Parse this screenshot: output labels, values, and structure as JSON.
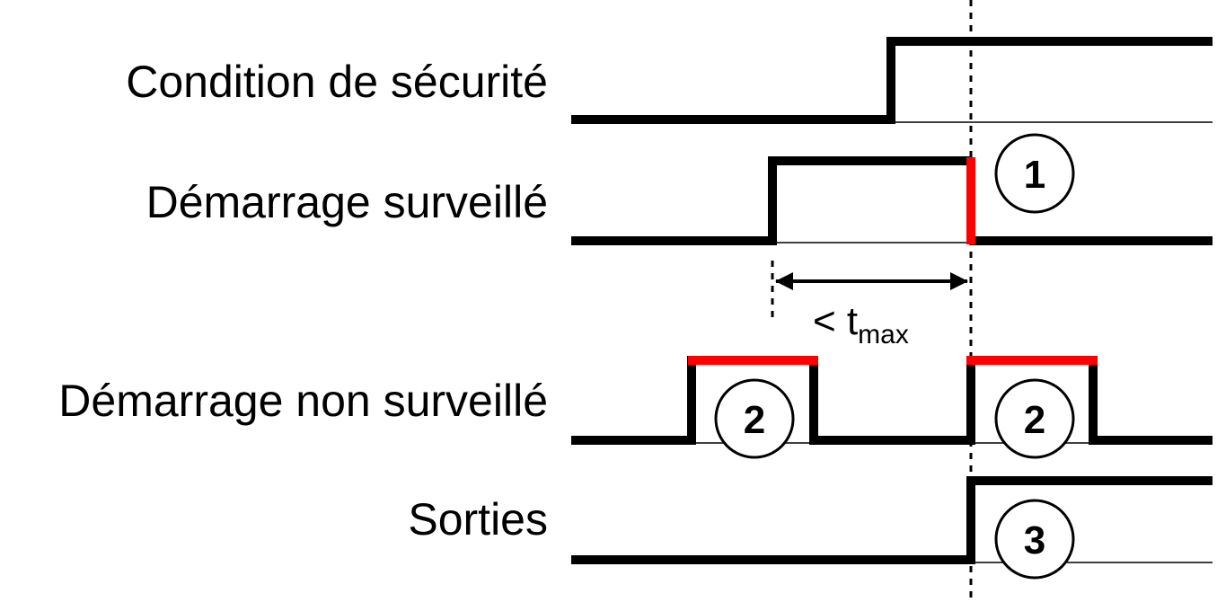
{
  "signals": [
    {
      "id": "condition",
      "label": "Condition de sécurité"
    },
    {
      "id": "monitored",
      "label": "Démarrage surveillé"
    },
    {
      "id": "unmonitored",
      "label": "Démarrage non surveillé"
    },
    {
      "id": "outputs",
      "label": "Sorties"
    }
  ],
  "timing": {
    "prefix": "< t",
    "subscript": "max"
  },
  "markers": [
    "1",
    "2",
    "2",
    "3"
  ],
  "colors": {
    "signal": "#000000",
    "highlight": "#ff0000",
    "baseline": "#000000"
  }
}
